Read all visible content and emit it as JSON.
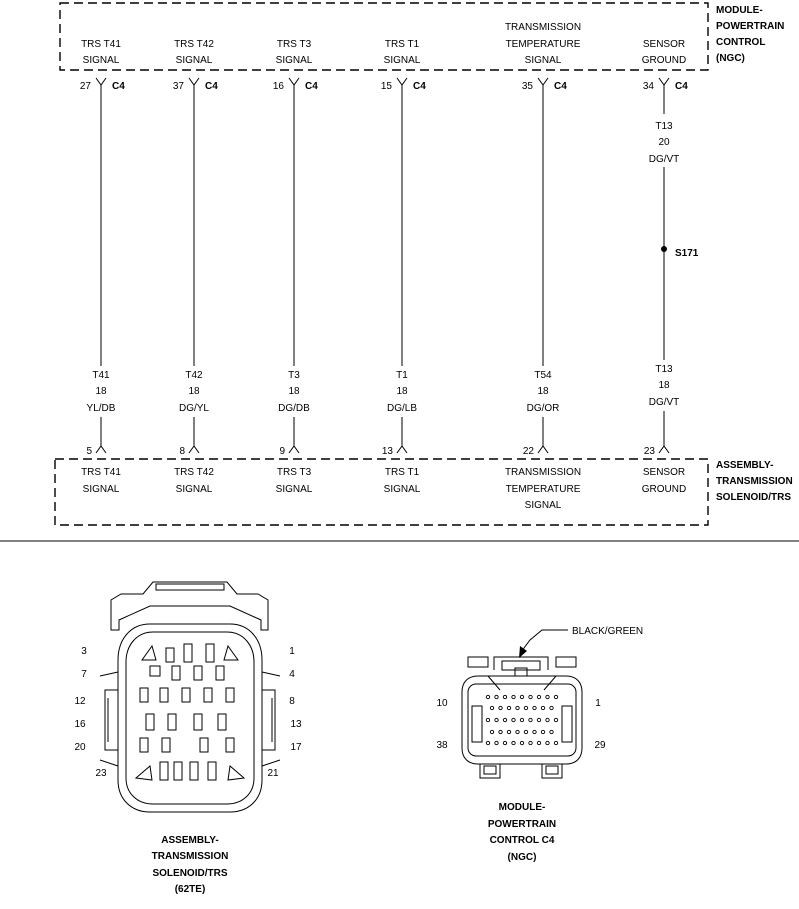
{
  "top_component": {
    "title_lines": [
      "MODULE-",
      "POWERTRAIN",
      "CONTROL",
      "(NGC)"
    ],
    "pins": [
      {
        "lines": [
          "TRS T41",
          "SIGNAL"
        ],
        "pin": "27",
        "conn": "C4"
      },
      {
        "lines": [
          "TRS T42",
          "SIGNAL"
        ],
        "pin": "37",
        "conn": "C4"
      },
      {
        "lines": [
          "TRS T3",
          "SIGNAL"
        ],
        "pin": "16",
        "conn": "C4"
      },
      {
        "lines": [
          "TRS T1",
          "SIGNAL"
        ],
        "pin": "15",
        "conn": "C4"
      },
      {
        "lines": [
          "TRANSMISSION",
          "TEMPERATURE",
          "SIGNAL"
        ],
        "pin": "35",
        "conn": "C4"
      },
      {
        "lines": [
          "SENSOR",
          "GROUND"
        ],
        "pin": "34",
        "conn": "C4"
      }
    ]
  },
  "bottom_component": {
    "title_lines": [
      "ASSEMBLY-",
      "TRANSMISSION",
      "SOLENOID/TRS"
    ],
    "pins": [
      {
        "lines": [
          "TRS T41",
          "SIGNAL"
        ],
        "pin": "5"
      },
      {
        "lines": [
          "TRS T42",
          "SIGNAL"
        ],
        "pin": "8"
      },
      {
        "lines": [
          "TRS T3",
          "SIGNAL"
        ],
        "pin": "9"
      },
      {
        "lines": [
          "TRS T1",
          "SIGNAL"
        ],
        "pin": "13"
      },
      {
        "lines": [
          "TRANSMISSION",
          "TEMPERATURE",
          "SIGNAL"
        ],
        "pin": "22"
      },
      {
        "lines": [
          "SENSOR",
          "GROUND"
        ],
        "pin": "23"
      }
    ]
  },
  "wires": [
    {
      "circuit": "T41",
      "gauge": "18",
      "color": "YL/DB"
    },
    {
      "circuit": "T42",
      "gauge": "18",
      "color": "DG/YL"
    },
    {
      "circuit": "T3",
      "gauge": "18",
      "color": "DG/DB"
    },
    {
      "circuit": "T1",
      "gauge": "18",
      "color": "DG/LB"
    },
    {
      "circuit": "T54",
      "gauge": "18",
      "color": "DG/OR"
    },
    {
      "circuit": "T13",
      "gauge": "18",
      "color": "DG/VT"
    }
  ],
  "upper_wire": {
    "circuit": "T13",
    "gauge": "20",
    "color": "DG/VT"
  },
  "splice": "S171",
  "connector_62te": {
    "pin_numbers_left": [
      "3",
      "7",
      "12",
      "16",
      "20",
      "23"
    ],
    "pin_numbers_right": [
      "1",
      "4",
      "8",
      "13",
      "17",
      "21"
    ],
    "caption_lines": [
      "ASSEMBLY-",
      "TRANSMISSION",
      "SOLENOID/TRS",
      "(62TE)"
    ]
  },
  "connector_c4": {
    "callout": "BLACK/GREEN",
    "pin_numbers": {
      "top_left": "10",
      "top_right": "1",
      "bottom_left": "38",
      "bottom_right": "29"
    },
    "caption_lines": [
      "MODULE-",
      "POWERTRAIN",
      "CONTROL C4",
      "(NGC)"
    ]
  }
}
